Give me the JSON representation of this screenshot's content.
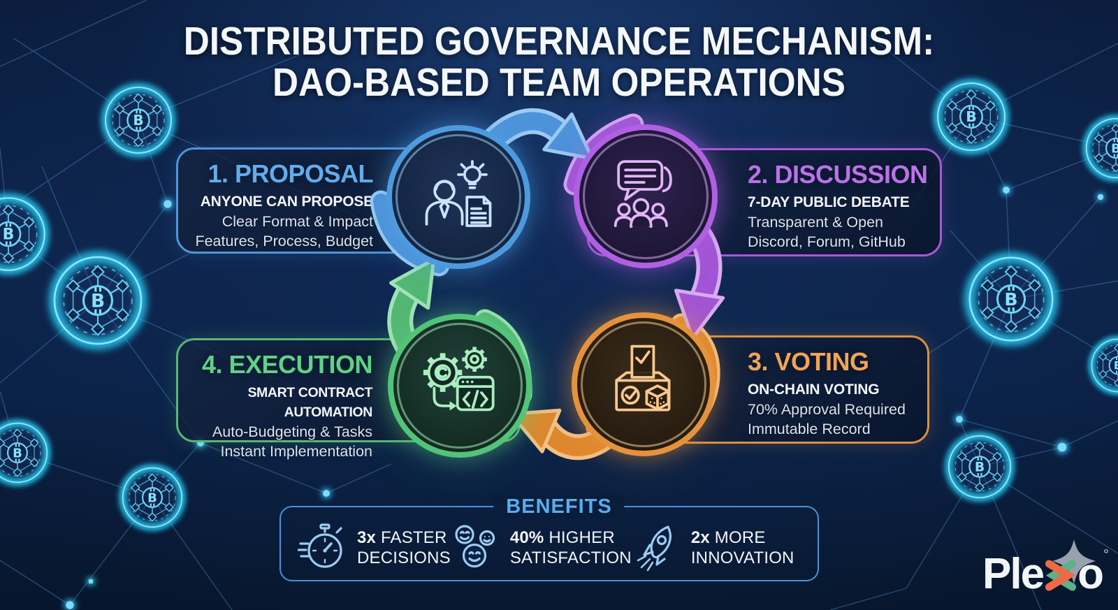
{
  "title": {
    "line1": "DISTRIBUTED GOVERNANCE MECHANISM:",
    "line2": "DAO-BASED TEAM OPERATIONS"
  },
  "steps": [
    {
      "name": "Proposal",
      "heading": "1. PROPOSAL",
      "subtitle": "ANYONE CAN PROPOSE",
      "detail1": "Clear Format & Impact",
      "detail2": "Features, Process, Budget",
      "accent_color": "#57a7e8",
      "icon": "person-idea-document-icon"
    },
    {
      "name": "Discussion",
      "heading": "2. DISCUSSION",
      "subtitle": "7-DAY PUBLIC DEBATE",
      "detail1": "Transparent & Open",
      "detail2": "Discord, Forum, GitHub",
      "accent_color": "#b76be5",
      "icon": "chat-people-icon"
    },
    {
      "name": "Voting",
      "heading": "3. VOTING",
      "subtitle": "ON-CHAIN VOTING",
      "detail1": "70% Approval Required",
      "detail2": "Immutable Record",
      "accent_color": "#eda04e",
      "icon": "ballot-box-blockchain-icon"
    },
    {
      "name": "Execution",
      "heading": "4. EXECUTION",
      "subtitle": "SMART CONTRACT AUTOMATION",
      "detail1": "Auto-Budgeting & Tasks",
      "detail2": "Instant Implementation",
      "accent_color": "#5bcd82",
      "icon": "gears-code-icon"
    }
  ],
  "benefits": {
    "title": "BENEFITS",
    "accent_color": "#57aeee",
    "items": [
      {
        "stat": "3x",
        "label_line1": "FASTER",
        "label_line2": "DECISIONS",
        "icon": "stopwatch-icon"
      },
      {
        "stat": "40%",
        "label_line1": "HIGHER",
        "label_line2": "SATISFACTION",
        "icon": "smiley-faces-icon"
      },
      {
        "stat": "2x",
        "label_line1": "MORE",
        "label_line2": "INNOVATION",
        "icon": "rocket-icon"
      }
    ]
  },
  "logo": {
    "pre": "Ple",
    "x_letter": "x",
    "post": "o",
    "mark": "°",
    "star_color": "#98a1ad",
    "x_green": "#5eb188",
    "x_orange": "#ef6a44"
  },
  "background": {
    "node_icon": "bitcoin-network-node-icon",
    "node_symbol": "B",
    "network_glow_color": "#2fd0f5"
  }
}
